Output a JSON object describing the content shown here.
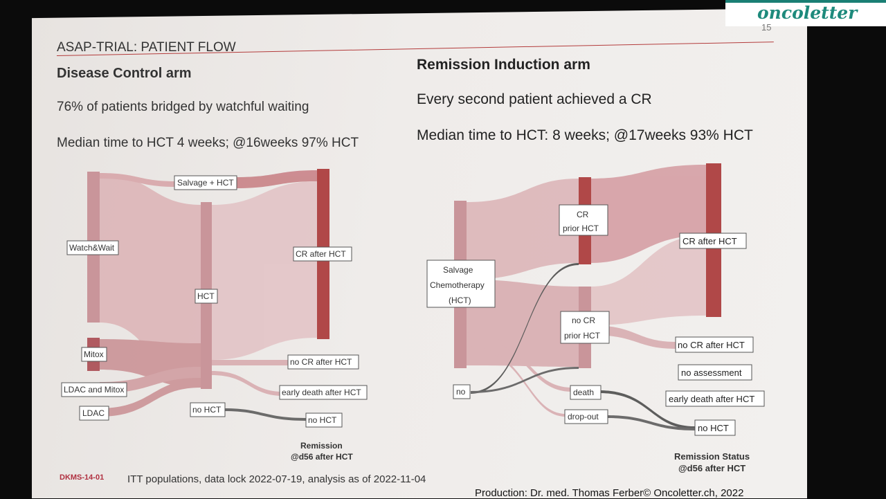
{
  "brand": {
    "logo": "oncoletter"
  },
  "slide": {
    "page_number": "15",
    "title": "ASAP-TRIAL: PATIENT FLOW",
    "left": {
      "heading": "Disease Control arm",
      "line1": "76% of patients bridged by watchful waiting",
      "line2": "Median time to HCT 4 weeks; @16weeks 97% HCT",
      "nodes": {
        "watch_wait": "Watch&Wait",
        "mitox": "Mitox",
        "ldac_mitox": "LDAC and Mitox",
        "ldac": "LDAC",
        "salvage_hct": "Salvage + HCT",
        "hct": "HCT",
        "no_hct_mid": "no HCT",
        "cr_after": "CR after HCT",
        "no_cr_after": "no CR after HCT",
        "early_death": "early death after HCT",
        "no_hct_end": "no HCT"
      },
      "axis_label_1": "Remission",
      "axis_label_2": "@d56 after HCT"
    },
    "right": {
      "heading": "Remission Induction arm",
      "line1": "Every second patient achieved a CR",
      "line2": "Median time to HCT: 8 weeks; @17weeks 93% HCT",
      "nodes": {
        "salvage_1": "Salvage",
        "salvage_2": "Chemotherapy",
        "salvage_3": "(HCT)",
        "no": "no",
        "cr_prior_1": "CR",
        "cr_prior_2": "prior HCT",
        "no_cr_prior_1": "no CR",
        "no_cr_prior_2": "prior HCT",
        "death": "death",
        "dropout": "drop-out",
        "cr_after": "CR after HCT",
        "no_cr_after": "no CR after HCT",
        "no_assessment": "no assessment",
        "early_death": "early death after HCT",
        "no_hct": "no HCT"
      },
      "axis_label_1": "Remission Status",
      "axis_label_2": "@d56 after HCT"
    },
    "footer": {
      "study_id": "DKMS-14-01",
      "note": "ITT populations, data lock 2022-07-19, analysis as of 2022-11-04",
      "production": "Production: Dr. med. Thomas Ferber© Oncoletter.ch, 2022"
    }
  },
  "colors": {
    "flow": "#d7a9ad",
    "flow_dark": "#c98e92",
    "node_light": "#c9959a",
    "node_dark": "#b04848",
    "dark_flow": "#555555"
  }
}
